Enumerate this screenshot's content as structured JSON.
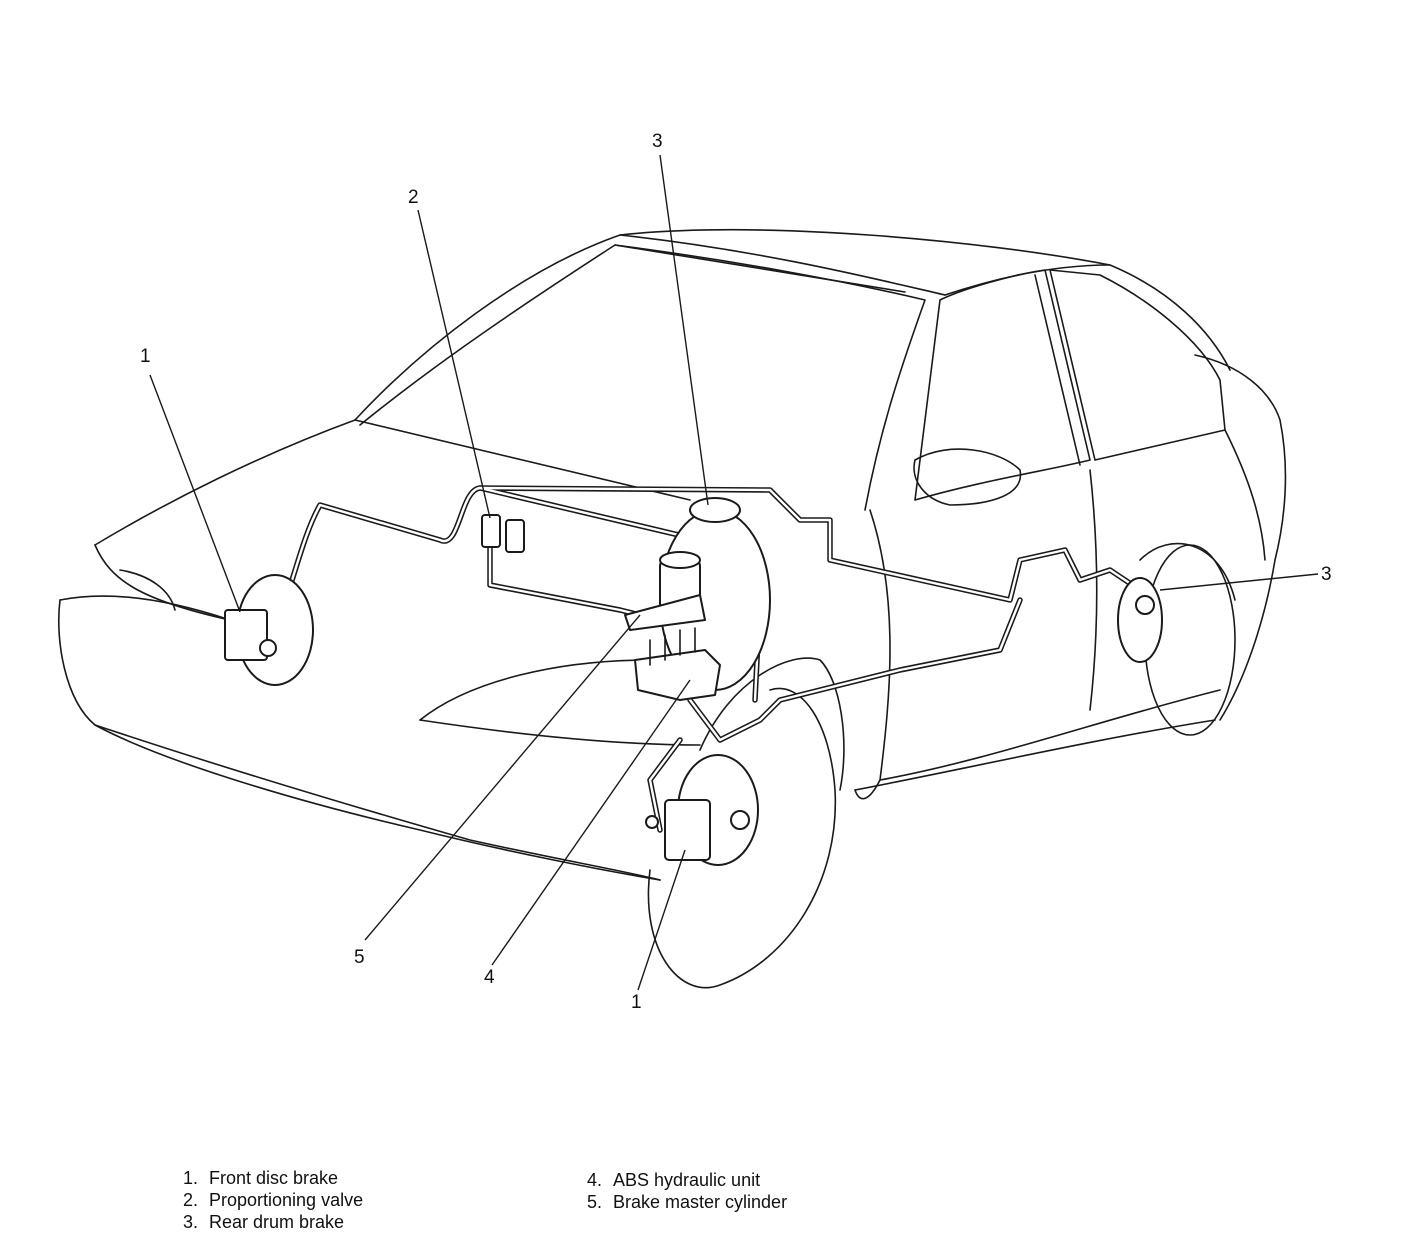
{
  "callouts": {
    "front_disc_brake_left": "1",
    "front_disc_brake_right": "1",
    "proportioning_valve": "2",
    "rear_drum_brake_top": "3",
    "rear_drum_brake_right": "3",
    "abs_hydraulic_unit": "4",
    "brake_master_cylinder": "5"
  },
  "legend": {
    "items": [
      {
        "num": "1.",
        "label": "Front disc brake"
      },
      {
        "num": "2.",
        "label": "Proportioning valve"
      },
      {
        "num": "3.",
        "label": "Rear drum brake"
      },
      {
        "num": "4.",
        "label": "ABS hydraulic unit"
      },
      {
        "num": "5.",
        "label": "Brake master cylinder"
      }
    ]
  }
}
